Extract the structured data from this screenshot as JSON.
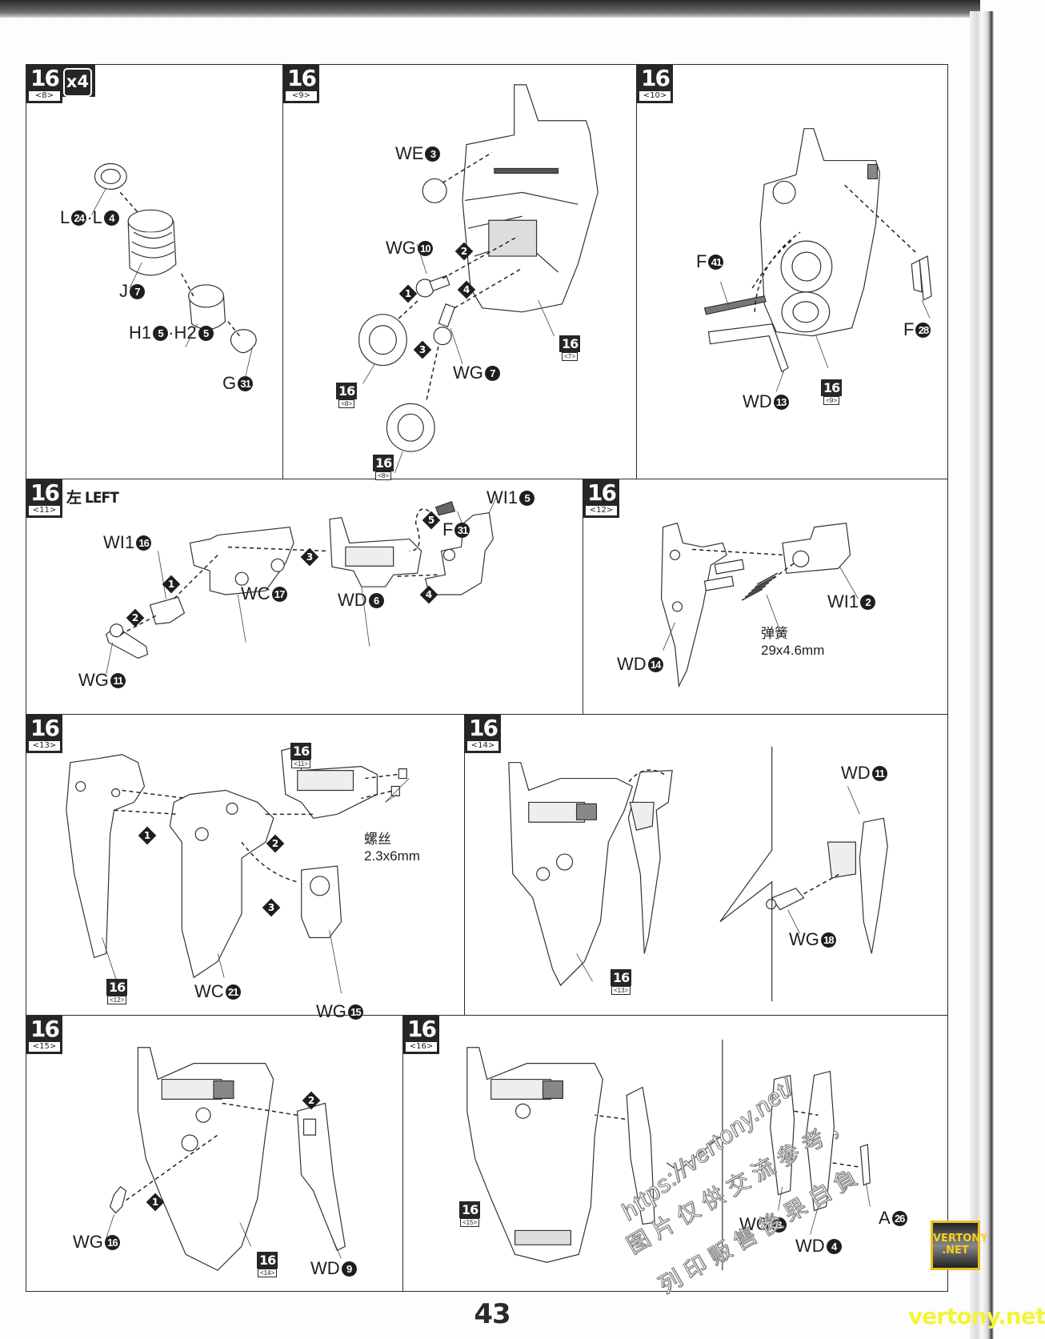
{
  "page": {
    "number": "43",
    "watermark": {
      "url": "https://vertony.net/",
      "line1": "图片仅供交流参考，",
      "line2": "列印贩售後果自負",
      "logo_line1": "VERTONY",
      "logo_line2": ".NET",
      "corner_text": "vertony.net",
      "logo_color": "#f5d21a"
    }
  },
  "panels": [
    {
      "id": "16-8",
      "step": "16",
      "sub": "<8>",
      "multiplier": "x4",
      "labels": [
        {
          "part": "L",
          "num": "24",
          "joiner": "·",
          "part2": "L",
          "num2": "4"
        },
        {
          "part": "J",
          "num": "7"
        },
        {
          "part": "H1",
          "num": "5",
          "joiner": "·",
          "part2": "H2",
          "num2": "5"
        },
        {
          "part": "G",
          "num": "31"
        }
      ]
    },
    {
      "id": "16-9",
      "step": "16",
      "sub": "<9>",
      "labels": [
        {
          "part": "WE",
          "num": "3"
        },
        {
          "part": "WG",
          "num": "10"
        },
        {
          "part": "WG",
          "num": "7"
        }
      ],
      "steps": [
        "1",
        "2",
        "3",
        "4"
      ],
      "refs": [
        {
          "num": "16",
          "sub": "<7>"
        },
        {
          "num": "16",
          "sub": "<8>"
        },
        {
          "num": "16",
          "sub": "<8>"
        }
      ]
    },
    {
      "id": "16-10",
      "step": "16",
      "sub": "<10>",
      "labels": [
        {
          "part": "F",
          "num": "41"
        },
        {
          "part": "F",
          "num": "28"
        },
        {
          "part": "WD",
          "num": "13"
        }
      ],
      "refs": [
        {
          "num": "16",
          "sub": "<9>"
        }
      ]
    },
    {
      "id": "16-11",
      "step": "16",
      "sub": "<11>",
      "heading": "左 LEFT",
      "labels": [
        {
          "part": "WI1",
          "num": "16"
        },
        {
          "part": "WC",
          "num": "17"
        },
        {
          "part": "WD",
          "num": "6"
        },
        {
          "part": "F",
          "num": "31"
        },
        {
          "part": "WI1",
          "num": "5"
        },
        {
          "part": "WG",
          "num": "11"
        }
      ],
      "steps": [
        "1",
        "2",
        "3",
        "4",
        "5"
      ]
    },
    {
      "id": "16-12",
      "step": "16",
      "sub": "<12>",
      "labels": [
        {
          "part": "WI1",
          "num": "2"
        },
        {
          "part": "WD",
          "num": "14"
        }
      ],
      "note": {
        "line1": "弹簧",
        "line2": "29x4.6mm"
      }
    },
    {
      "id": "16-13",
      "step": "16",
      "sub": "<13>",
      "labels": [
        {
          "part": "WC",
          "num": "21"
        },
        {
          "part": "WG",
          "num": "15"
        }
      ],
      "steps": [
        "1",
        "2",
        "3"
      ],
      "note": {
        "line1": "螺丝",
        "line2": "2.3x6mm"
      },
      "refs": [
        {
          "num": "16",
          "sub": "<11>"
        },
        {
          "num": "16",
          "sub": "<12>"
        }
      ]
    },
    {
      "id": "16-14",
      "step": "16",
      "sub": "<14>",
      "labels": [
        {
          "part": "WD",
          "num": "11"
        },
        {
          "part": "WG",
          "num": "18"
        }
      ],
      "refs": [
        {
          "num": "16",
          "sub": "<13>"
        }
      ]
    },
    {
      "id": "16-15",
      "step": "16",
      "sub": "<15>",
      "labels": [
        {
          "part": "WG",
          "num": "16"
        },
        {
          "part": "WD",
          "num": "9"
        }
      ],
      "steps": [
        "1",
        "2"
      ],
      "refs": [
        {
          "num": "16",
          "sub": "<14>"
        }
      ]
    },
    {
      "id": "16-16",
      "step": "16",
      "sub": "<16>",
      "labels": [
        {
          "part": "WG",
          "num": "3"
        },
        {
          "part": "WD",
          "num": "4"
        },
        {
          "part": "A",
          "num": "26"
        }
      ],
      "refs": [
        {
          "num": "16",
          "sub": "<15>"
        }
      ]
    }
  ]
}
